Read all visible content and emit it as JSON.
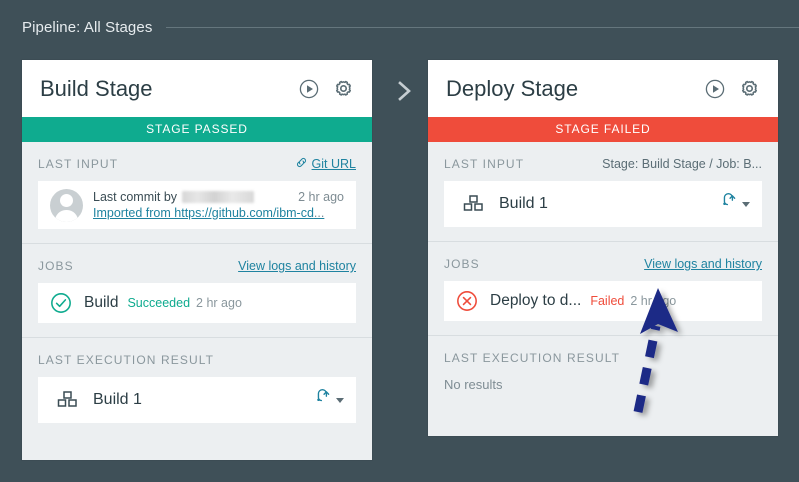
{
  "header": {
    "title": "Pipeline: All Stages"
  },
  "colors": {
    "page_background": "#3f5058",
    "card_background": "#eceff1",
    "status_passed": "#0fab8f",
    "status_failed": "#ef4c3b",
    "link": "#1f83a0",
    "annotation_arrow": "#1f2a86"
  },
  "stages": [
    {
      "name": "Build Stage",
      "status": "STAGE PASSED",
      "status_type": "passed",
      "run_icon": "play-circle-icon",
      "settings_icon": "gear-icon",
      "last_input": {
        "label": "LAST INPUT",
        "action_label": "Git URL",
        "action_icon": "link-icon",
        "commit": {
          "prefix": "Last commit by",
          "author_redacted": true,
          "time": "2 hr ago",
          "link_text": "Imported from https://github.com/ibm-cd",
          "link_ellipsis": "..."
        }
      },
      "jobs": {
        "label": "JOBS",
        "action_label": "View logs and history",
        "items": [
          {
            "name": "Build",
            "state": "Succeeded",
            "state_type": "ok",
            "time": "2 hr ago",
            "icon": "check-circle-icon"
          }
        ]
      },
      "last_execution": {
        "label": "LAST EXECUTION RESULT",
        "build_name": "Build 1",
        "build_icon": "stacked-blocks-icon",
        "redeploy_icon": "rotate-icon",
        "dropdown_icon": "caret-down-icon"
      }
    },
    {
      "name": "Deploy Stage",
      "status": "STAGE FAILED",
      "status_type": "failed",
      "run_icon": "play-circle-icon",
      "settings_icon": "gear-icon",
      "last_input": {
        "label": "LAST INPUT",
        "meta": "Stage: Build Stage  /  Job: B...",
        "build_name": "Build 1",
        "build_icon": "stacked-blocks-icon",
        "redeploy_icon": "rotate-icon",
        "dropdown_icon": "caret-down-icon"
      },
      "jobs": {
        "label": "JOBS",
        "action_label": "View logs and history",
        "items": [
          {
            "name": "Deploy to d...",
            "state": "Failed",
            "state_type": "fail",
            "time": "2 hr ago",
            "icon": "x-circle-icon"
          }
        ]
      },
      "last_execution": {
        "label": "LAST EXECUTION RESULT",
        "empty_text": "No results"
      }
    }
  ],
  "stage_connector": {
    "icon": "chevron-right-icon"
  },
  "annotation": {
    "icon": "arrow-up-annotation",
    "points_to": "View logs and history"
  }
}
